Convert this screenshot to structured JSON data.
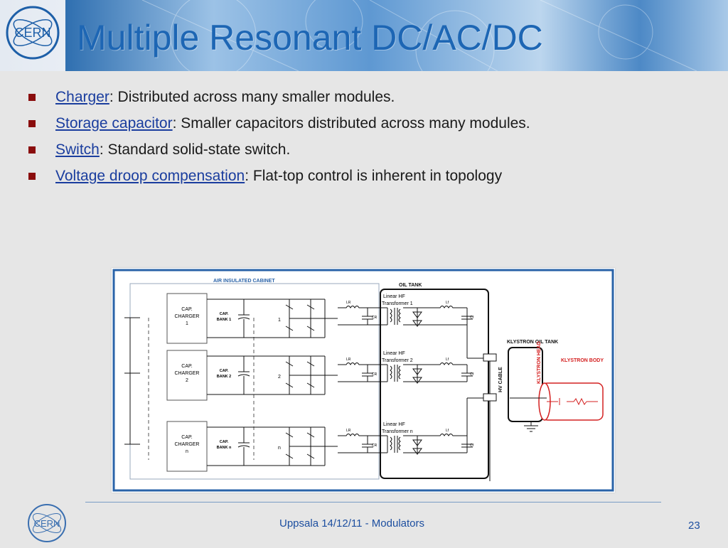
{
  "slide": {
    "title": "Multiple Resonant DC/AC/DC",
    "logo_text": "CERN",
    "bullets": [
      {
        "term": "Charger",
        "rest": ":  Distributed across many smaller modules."
      },
      {
        "term": "Storage capacitor",
        "rest": ": Smaller capacitors distributed across many modules."
      },
      {
        "term": "Switch",
        "rest": ":  Standard solid-state switch."
      },
      {
        "term": "Voltage droop compensation",
        "rest": ": Flat-top control is inherent in topology"
      }
    ],
    "footer": "Uppsala 14/12/11 - Modulators",
    "page_number": "23",
    "colors": {
      "title": "#1d66b4",
      "bullet_marker": "#8a0d0d",
      "footer": "#1d4fa0",
      "klystron": "#d42020"
    }
  },
  "diagram": {
    "air_cabinet_label": "AIR INSULATED CABINET",
    "oil_tank_label": "OIL TANK",
    "klystron_tank_label": "KLYSTRON OIL TANK",
    "hv_cable_label": "HV CABLE",
    "klystron_head_label": "KLYSTRON HEAD",
    "klystron_body_label": "KLYSTRON BODY",
    "modules": [
      {
        "charger_1": "CAP.",
        "charger_2": "CHARGER",
        "charger_3": "1",
        "bank_1": "CAP.",
        "bank_2": "BANK 1",
        "switch_label": "1",
        "transformer_1": "Linear HF",
        "transformer_2": "Transformer 1",
        "lr": "LR",
        "cr": "CR",
        "lf": "Lf",
        "cf": "Cf"
      },
      {
        "charger_1": "CAP.",
        "charger_2": "CHARGER",
        "charger_3": "2",
        "bank_1": "CAP.",
        "bank_2": "BANK 2",
        "switch_label": "2",
        "transformer_1": "Linear HF",
        "transformer_2": "Transformer 2",
        "lr": "LR",
        "cr": "CR",
        "lf": "Lf",
        "cf": "Cf"
      },
      {
        "charger_1": "CAP.",
        "charger_2": "CHARGER",
        "charger_3": "n",
        "bank_1": "CAP.",
        "bank_2": "BANK n",
        "switch_label": "n",
        "transformer_1": "Linear HF",
        "transformer_2": "Transformer n",
        "lr": "LR",
        "cr": "CR",
        "lf": "Lf",
        "cf": "Cf"
      }
    ]
  }
}
